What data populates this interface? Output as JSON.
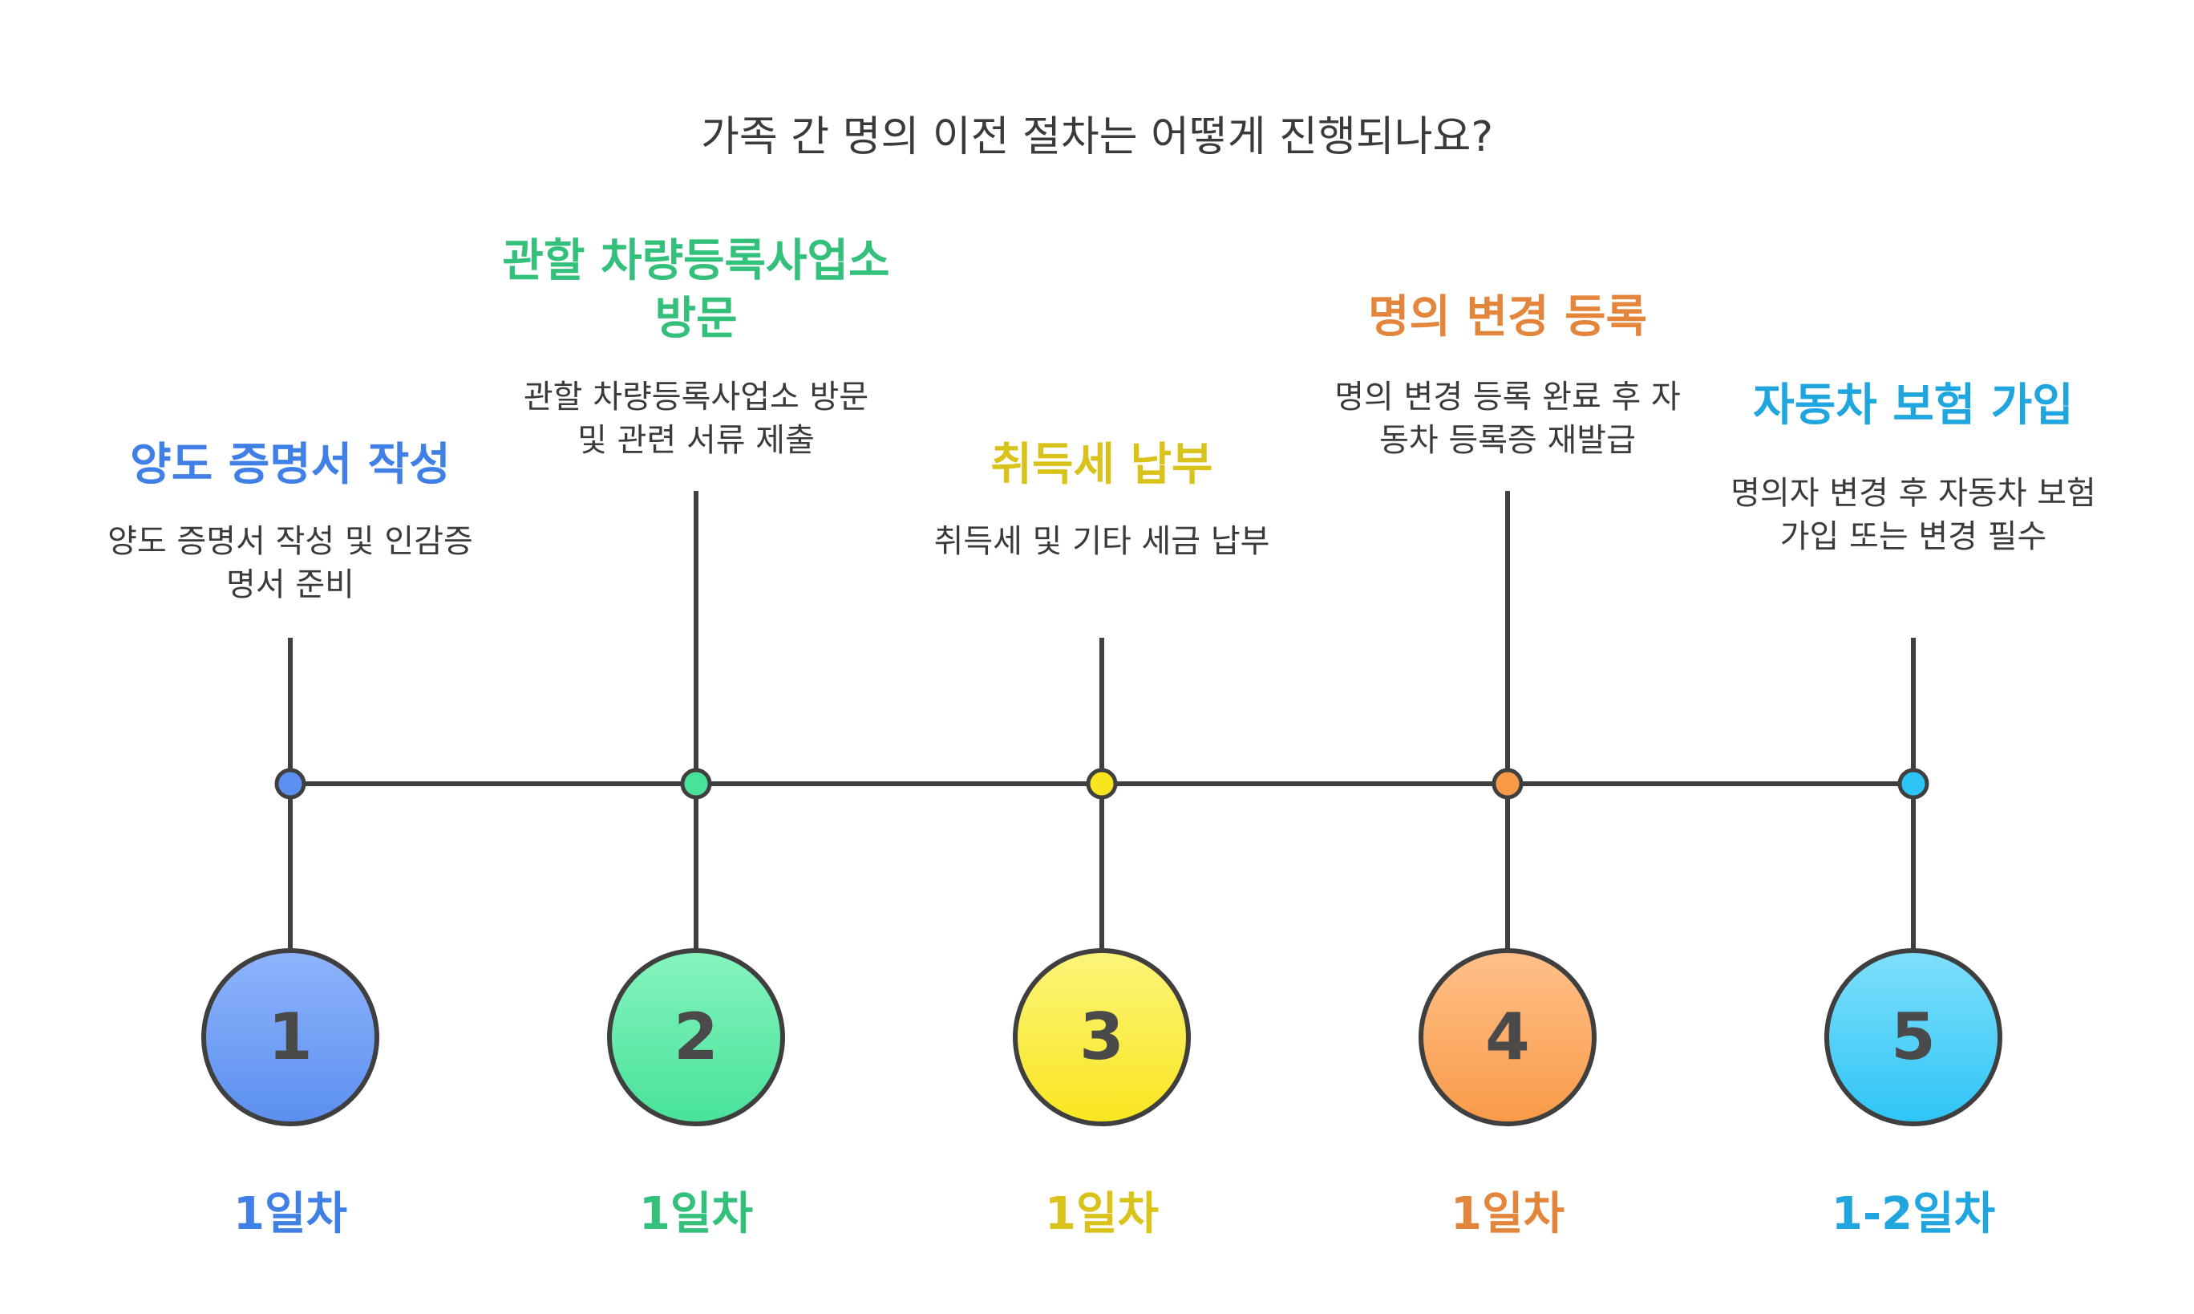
{
  "title": "가족 간 명의 이전 절차는 어떻게 진행되나요?",
  "colors": {
    "line": "#3f3f3f",
    "text": "#3a3a3a",
    "number": "#4a4a4a"
  },
  "steps": [
    {
      "number": "1",
      "title": "양도 증명서 작성",
      "description": "양도 증명서 작성 및 인감증명서 준비",
      "duration": "1일차",
      "accent": "#3f7fe6",
      "fill_top": "#8fb4fc",
      "fill_bottom": "#5b8ff0"
    },
    {
      "number": "2",
      "title": "관할 차량등록사업소 방문",
      "description": "관할 차량등록사업소 방문 및 관련 서류 제출",
      "duration": "1일차",
      "accent": "#33c07a",
      "fill_top": "#86f4bd",
      "fill_bottom": "#48e29a"
    },
    {
      "number": "3",
      "title": "취득세 납부",
      "description": "취득세 및 기타 세금 납부",
      "duration": "1일차",
      "accent": "#d9c21a",
      "fill_top": "#fcf57a",
      "fill_bottom": "#f9e51f"
    },
    {
      "number": "4",
      "title": "명의 변경 등록",
      "description": "명의 변경 등록 완료 후 자동차 등록증 재발급",
      "duration": "1일차",
      "accent": "#e4853c",
      "fill_top": "#ffc089",
      "fill_bottom": "#f99a48"
    },
    {
      "number": "5",
      "title": "자동차 보험 가입",
      "description": "명의자 변경 후 자동차 보험 가입 또는 변경 필수",
      "duration": "1-2일차",
      "accent": "#1fa6de",
      "fill_top": "#7fe0fb",
      "fill_bottom": "#2ec4f6"
    }
  ]
}
